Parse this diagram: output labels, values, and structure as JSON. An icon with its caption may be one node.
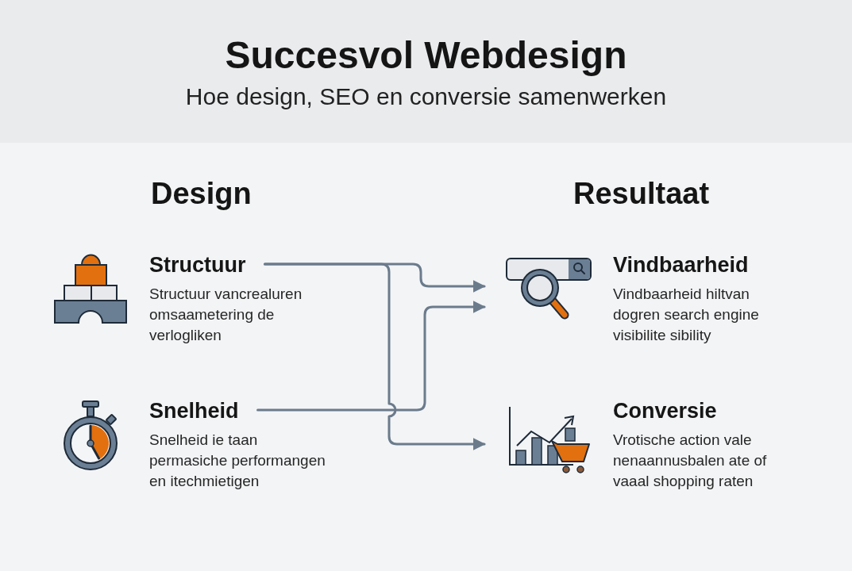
{
  "diagram": {
    "title": "Succesvol Webdesign",
    "nodes": [
      {
        "text": [
          "Structuur",
          "Structuur vancrealuren omsaametering de verlogliken"
        ]
      },
      {
        "text": [
          "Vindbaarheid",
          "Vindbaarheid hiltvan dogren search engine visibilite sibility"
        ]
      },
      {
        "text": [
          "Snelheid",
          "Snelheid ie taan permasiche performangen en itechmietigen"
        ]
      },
      {
        "text": [
          "Conversie",
          "Vrotische action vale nenaannusbalen ate of vaaal shopping raten"
        ]
      }
    ],
    "edges": [
      {
        "from": 0,
        "to": 1,
        "arrow": "to"
      },
      {
        "from": 0,
        "to": 3,
        "arrow": "to"
      },
      {
        "from": 2,
        "to": 1,
        "arrow": "to"
      }
    ],
    "labels": [
      "Hoe design, SEO en conversie samenwerken",
      "Design",
      "Resultaat"
    ]
  }
}
